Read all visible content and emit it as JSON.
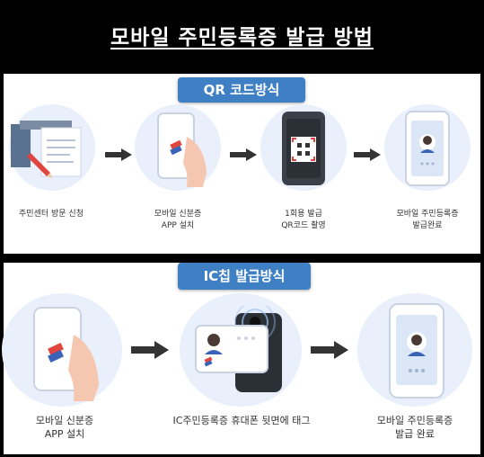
{
  "title": "모바일 주민등록증 발급 방법",
  "qr": {
    "badge": "QR 코드방식",
    "steps": [
      {
        "line1": "주민센터 방문 신청",
        "line2": ""
      },
      {
        "line1": "모바일 신분증",
        "line2": "APP 설치"
      },
      {
        "line1": "1회용 발급",
        "line2": "QR코드 촬영"
      },
      {
        "line1": "모바일 주민등록증",
        "line2": "발급완료"
      }
    ]
  },
  "ic": {
    "badge": "IC칩 발급방식",
    "steps": [
      {
        "line1": "모바일 신분증",
        "line2": "APP 설치"
      },
      {
        "line1": "IC주민등록증 휴대폰 뒷면에 태그",
        "line2": ""
      },
      {
        "line1": "모바일 주민등록증",
        "line2": "발급 완료"
      }
    ]
  },
  "colors": {
    "badge": "#3f7fc4",
    "circle": "#e9f0fb",
    "arrow": "#333333",
    "accent_red": "#e0463f",
    "accent_blue": "#3a63b8"
  },
  "icons": {
    "paper": "document-form-icon",
    "phone": "phone-in-hand-icon",
    "qr": "qr-scan-icon",
    "id": "mobile-id-card-icon",
    "tag": "nfc-tag-icon"
  }
}
